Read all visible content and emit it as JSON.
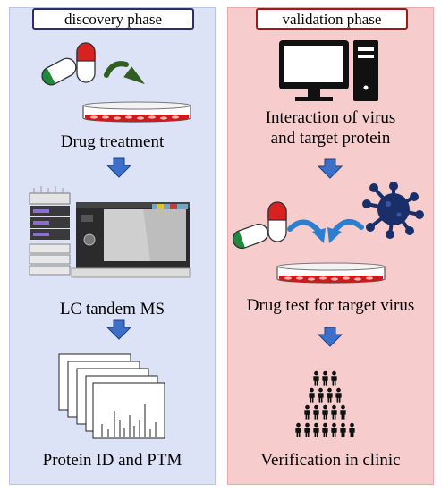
{
  "discovery": {
    "title": "discovery phase",
    "steps": [
      "Drug treatment",
      "LC tandem MS",
      "Protein ID and PTM"
    ]
  },
  "validation": {
    "title": "validation phase",
    "steps": [
      "Interaction of virus",
      "and target protein",
      "Drug test for target virus",
      "Verification in clinic"
    ]
  },
  "colors": {
    "discovery_panel": "#dde3f6",
    "validation_panel": "#f6cdcc",
    "flow_arrow": "#3b6fc8",
    "dish_medium": "#cc1b1b",
    "capsule_red": "#d82222",
    "capsule_green": "#1f8a3c",
    "curved_arrow": "#2f5d22",
    "virus": "#1a2f6a"
  },
  "icons": [
    "capsule-icon",
    "curved-arrow-icon",
    "petri-dish-icon",
    "down-arrow-icon",
    "lc-ms-instrument-icon",
    "spectra-stack-icon",
    "computer-icon",
    "virus-icon",
    "people-pyramid-icon"
  ]
}
